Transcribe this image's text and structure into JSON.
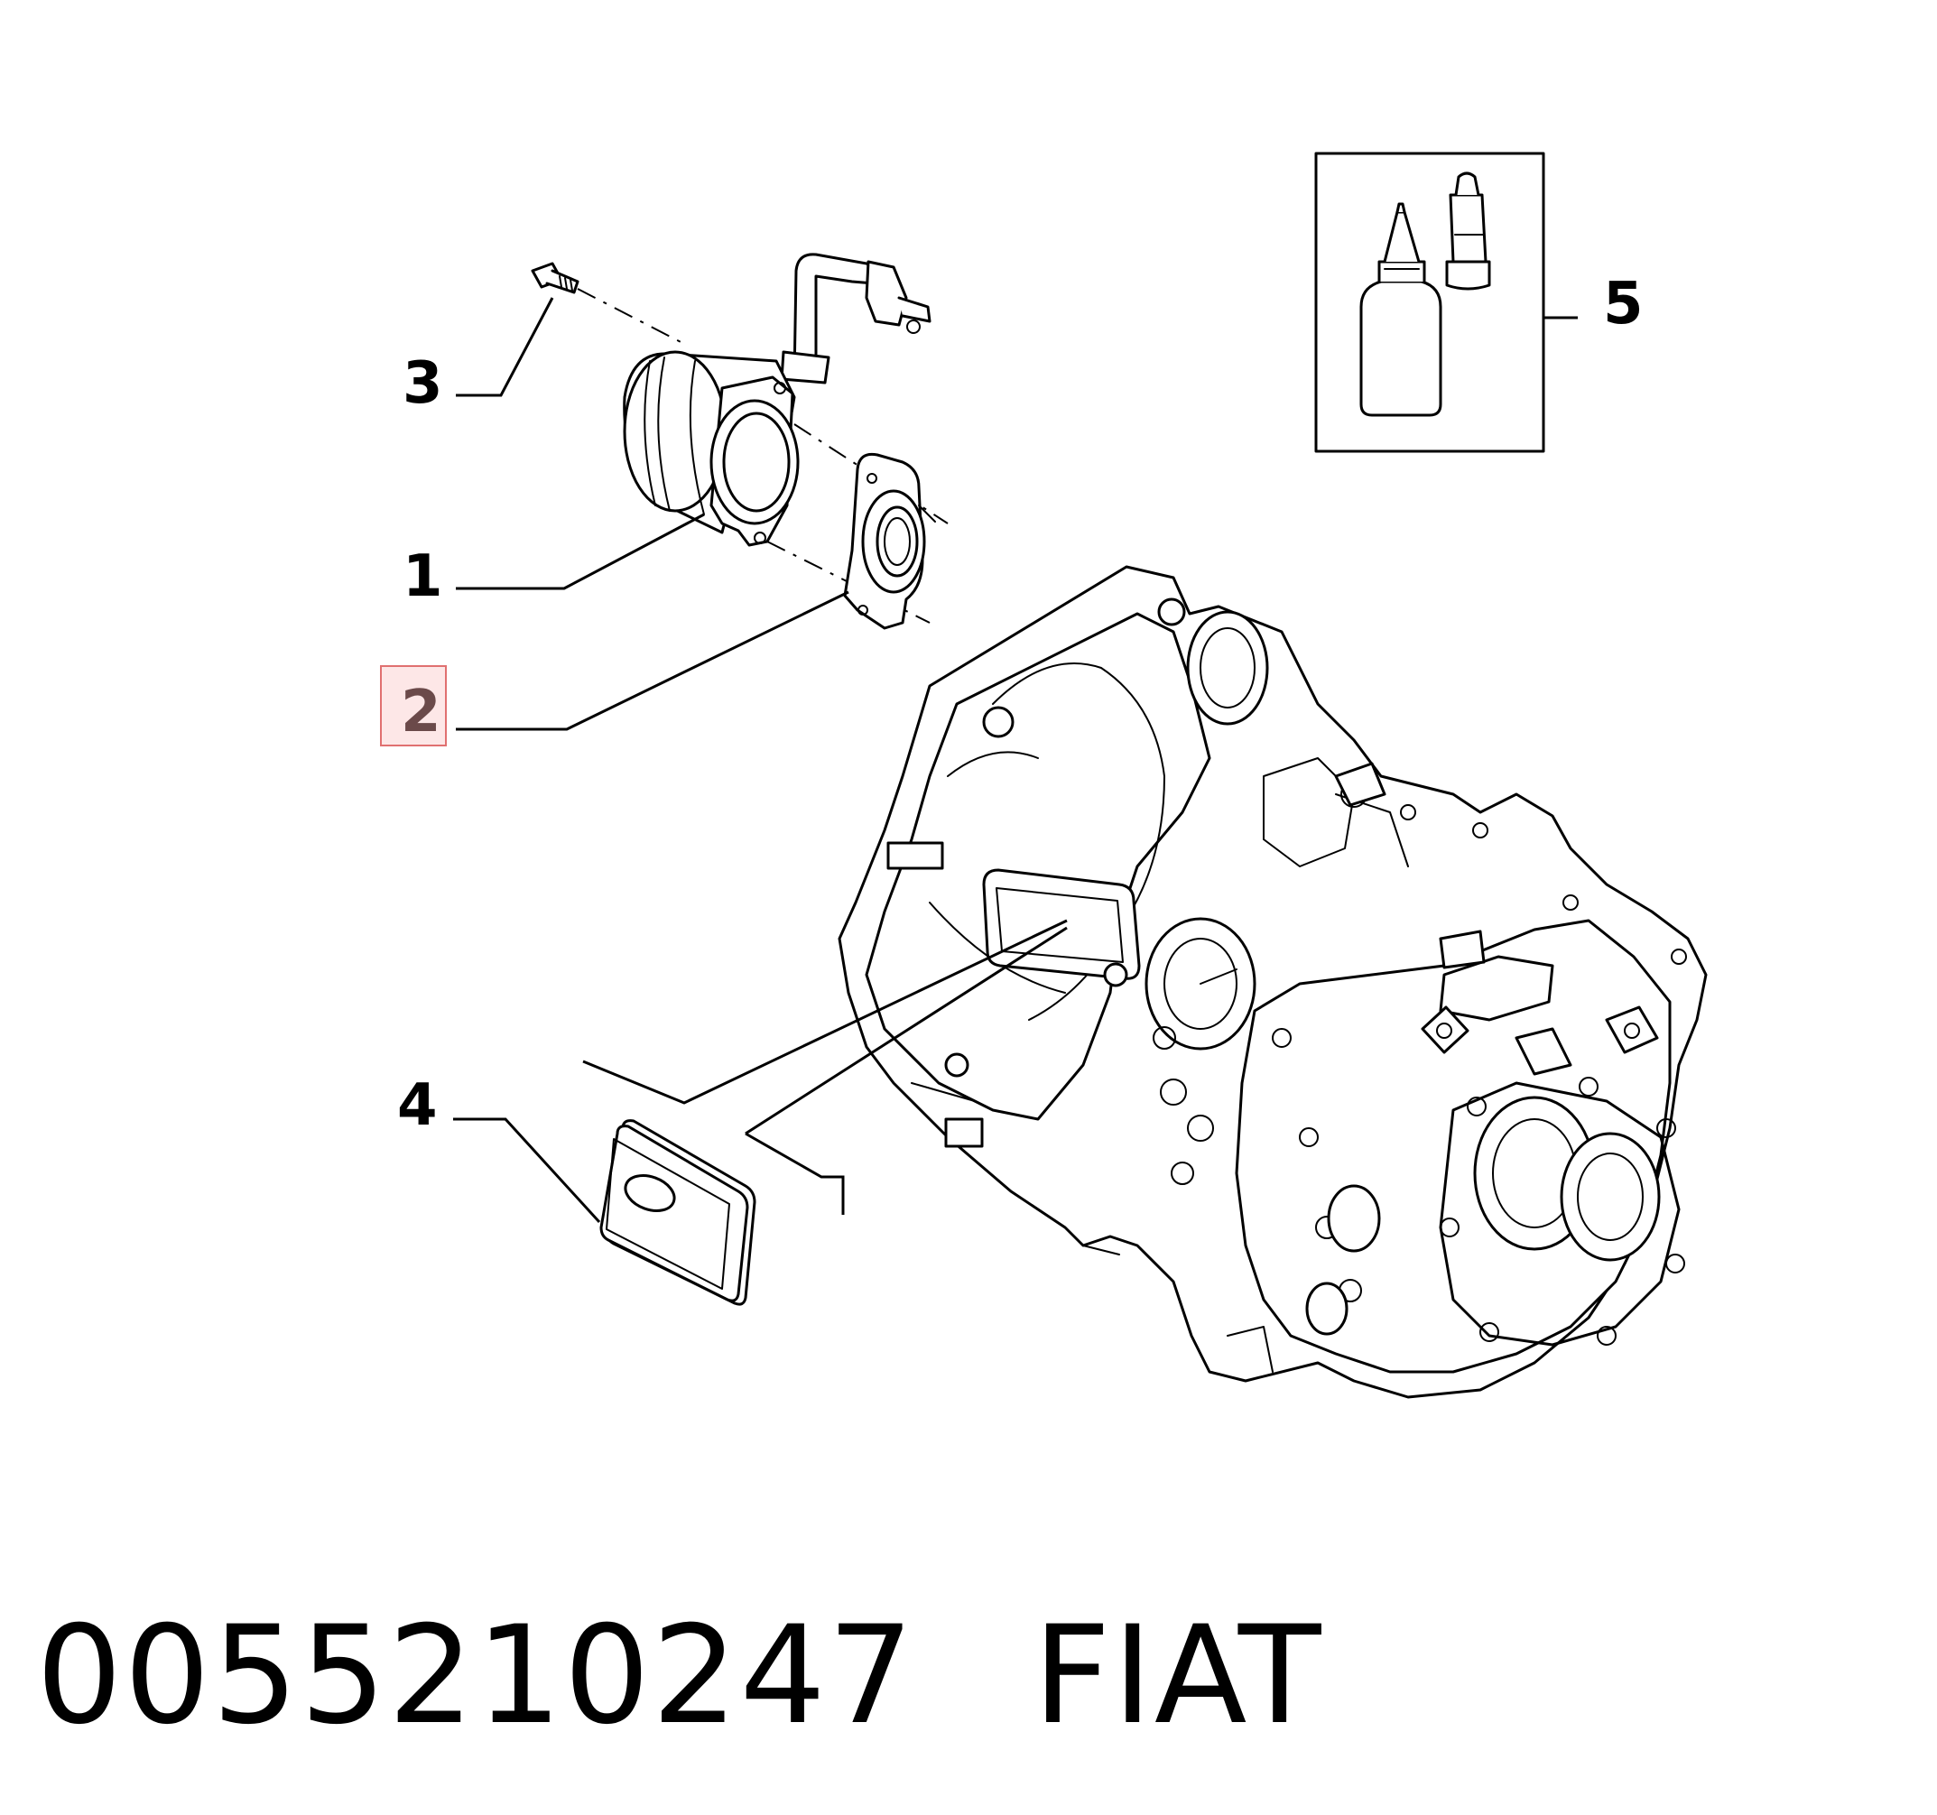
{
  "callouts": {
    "c1": "1",
    "c2": "2",
    "c3": "3",
    "c4": "4",
    "c5": "5"
  },
  "highlighted_callout": "2",
  "colors": {
    "highlight_border": "#e07070",
    "highlight_fill": "#fde7e7",
    "highlight_text": "#6b4a4a",
    "line": "#000000"
  },
  "caption": {
    "part_number": "0055210247",
    "brand": "FIAT"
  }
}
